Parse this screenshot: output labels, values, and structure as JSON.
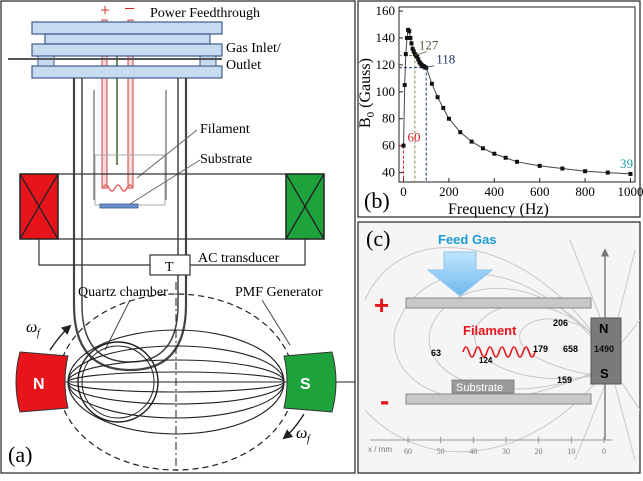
{
  "panel_a": {
    "tag": "(a)",
    "plus": "+",
    "minus": "−",
    "labels": {
      "power": "Power Feedthrough",
      "gas1": "Gas Inlet/",
      "gas2": "Outlet",
      "filament": "Filament",
      "substrate": "Substrate",
      "ac": "AC transducer",
      "transducer_box": "T",
      "quartz": "Quartz chamber",
      "pmf": "PMF Generator",
      "omega": "ω",
      "omega_sub": "f",
      "magnet_n": "N",
      "magnet_s": "S"
    },
    "colors": {
      "red": "#e8141c",
      "green": "#1ea33c",
      "steel": "#3d5a8a"
    }
  },
  "panel_b": {
    "tag": "(b)",
    "chart_data": {
      "type": "line",
      "xlabel": "Frequency (Hz)",
      "ylabel": "B0 (Gauss)",
      "xlim": [
        -20,
        1020
      ],
      "ylim": [
        33,
        163
      ],
      "xticks": [
        "0",
        "200",
        "400",
        "600",
        "800",
        "1000"
      ],
      "yticks": [
        "40",
        "60",
        "80",
        "100",
        "120",
        "140",
        "160"
      ],
      "x": [
        0,
        5,
        10,
        15,
        20,
        25,
        30,
        35,
        40,
        45,
        50,
        55,
        60,
        65,
        70,
        75,
        80,
        85,
        90,
        95,
        100,
        125,
        150,
        175,
        200,
        250,
        300,
        350,
        400,
        450,
        500,
        600,
        700,
        800,
        900,
        1000
      ],
      "y": [
        60,
        105,
        128,
        140,
        146,
        145,
        140,
        136,
        132,
        130,
        128,
        127,
        126,
        124,
        122,
        121,
        120,
        119,
        119,
        118,
        118,
        106,
        96,
        88,
        80,
        70,
        63,
        58,
        54,
        51,
        48,
        45,
        43,
        41,
        40,
        39
      ],
      "annotations": [
        {
          "text": "127",
          "x": 50,
          "y": 127,
          "color": "#5a5a3a"
        },
        {
          "text": "118",
          "x": 100,
          "y": 118,
          "color": "#1e3a6e"
        },
        {
          "text": "60",
          "x": 0,
          "y": 60,
          "color": "#d11a1a"
        },
        {
          "text": "39",
          "x": 1000,
          "y": 39,
          "color": "#1a9aaa"
        }
      ],
      "guide_colors": [
        "#d11a1a",
        "#8a8a5a",
        "#1e3a6e"
      ],
      "grid": false
    }
  },
  "panel_c": {
    "tag": "(c)",
    "feed_gas": "Feed Gas",
    "filament": "Filament",
    "substrate": "Substrate",
    "plus": "+",
    "minus": "-",
    "magnet_n": "N",
    "magnet_s": "S",
    "values": {
      "v206": "206",
      "v63": "63",
      "v124": "124",
      "v179": "179",
      "v658": "658",
      "v1490": "1490",
      "v159": "159"
    },
    "axis_label": "x / mm",
    "axis_ticks": [
      "60",
      "50",
      "40",
      "30",
      "20",
      "10",
      "0"
    ],
    "colors": {
      "feed": "#1c9ad6",
      "filament": "#e8141c",
      "plus": "#e8141c",
      "minus": "#e8141c"
    }
  }
}
